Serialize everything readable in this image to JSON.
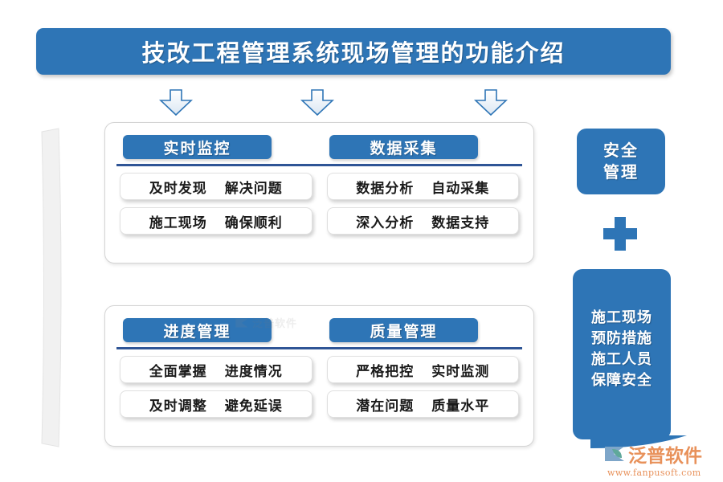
{
  "header": {
    "title": "技改工程管理系统现场管理的功能介绍",
    "accent_color": "#2E75B6"
  },
  "arrows": [
    {
      "name": "down-arrow-1"
    },
    {
      "name": "down-arrow-2"
    },
    {
      "name": "down-arrow-3"
    }
  ],
  "panels": [
    {
      "id": "panel-top",
      "columns": [
        {
          "heading": "实时监控",
          "items": [
            {
              "left": "及时发现",
              "right": "解决问题"
            },
            {
              "left": "施工现场",
              "right": "确保顺利"
            }
          ]
        },
        {
          "heading": "数据采集",
          "items": [
            {
              "left": "数据分析",
              "right": "自动采集"
            },
            {
              "left": "深入分析",
              "right": "数据支持"
            }
          ]
        }
      ]
    },
    {
      "id": "panel-bottom",
      "columns": [
        {
          "heading": "进度管理",
          "items": [
            {
              "left": "全面掌握",
              "right": "进度情况"
            },
            {
              "left": "及时调整",
              "right": "避免延误"
            }
          ]
        },
        {
          "heading": "质量管理",
          "items": [
            {
              "left": "严格把控",
              "right": "实时监测"
            },
            {
              "left": "潜在问题",
              "right": "质量水平"
            }
          ]
        }
      ]
    }
  ],
  "right_column": {
    "safety_card": {
      "line1": "安全",
      "line2": "管理"
    },
    "plus_icon": "plus-icon",
    "detail_card": {
      "line1": "施工现场",
      "line2": "预防措施",
      "line3": "施工人员",
      "line4": "保障安全"
    }
  },
  "watermark": {
    "text": "泛普软件"
  },
  "logo": {
    "name": "泛普软件",
    "url": "www.fanpusoft.com",
    "color": "#E8915A"
  }
}
